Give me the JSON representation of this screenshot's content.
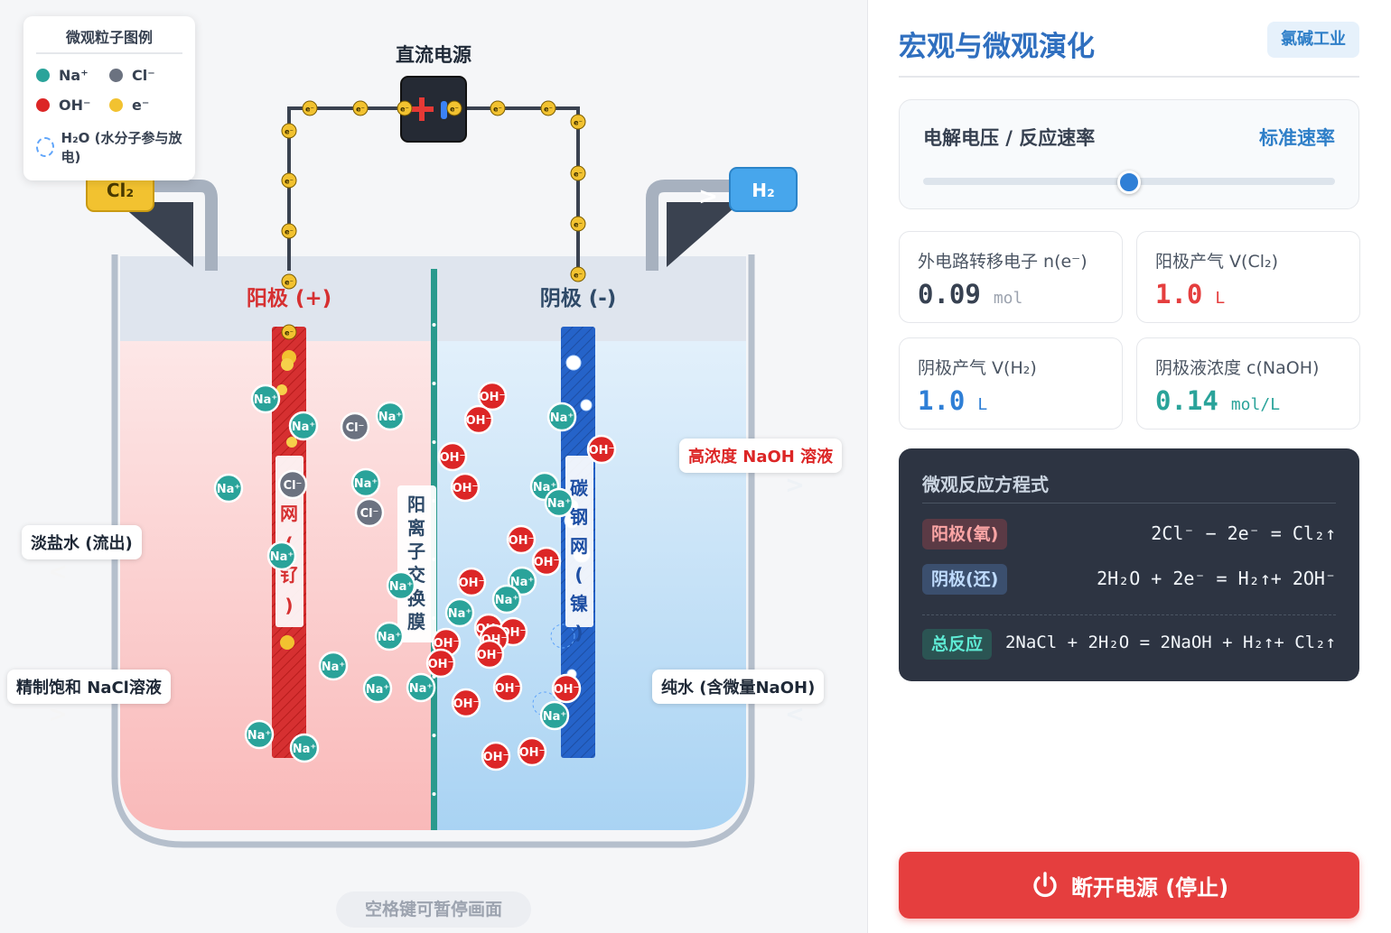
{
  "stage": {
    "power_title": "直流电源",
    "anode_label": "阳极 (+)",
    "cathode_label": "阴极 (-)",
    "membrane_text": "阳离子交换膜",
    "anode_mesh_text": "网(钌)",
    "cathode_mesh_text": "碳钢网(镍)",
    "cl2_tag": "Cl₂",
    "h2_tag": "H₂",
    "label_naoh": "高浓度 NaOH 溶液",
    "label_dilute": "淡盐水 (流出)",
    "label_nacl": "精制饱和 NaCl溶液",
    "label_water": "纯水 (含微量NaOH)",
    "hint": "空格键可暂停画面",
    "electron_text": "e⁻",
    "arrow_glyph": ">",
    "colors": {
      "na": "#2aa39a",
      "cl": "#6b7280",
      "oh": "#dc2626",
      "e": "#f2c230",
      "anode": "#d63031",
      "cathode": "#2563c9"
    }
  },
  "legend": {
    "title": "微观粒子图例",
    "na": "Na⁺",
    "cl": "Cl⁻",
    "oh": "OH⁻",
    "e": "e⁻",
    "h2o": "H₂O (水分子参与放电)"
  },
  "particles": {
    "na": [
      [
        294,
        442
      ],
      [
        336,
        472
      ],
      [
        432,
        461
      ],
      [
        253,
        541
      ],
      [
        405,
        535
      ],
      [
        312,
        616
      ],
      [
        444,
        649
      ],
      [
        431,
        705
      ],
      [
        369,
        738
      ],
      [
        418,
        763
      ],
      [
        466,
        762
      ],
      [
        287,
        814
      ],
      [
        337,
        829
      ],
      [
        603,
        539
      ],
      [
        619,
        557
      ],
      [
        578,
        644
      ],
      [
        561,
        664
      ],
      [
        509,
        679
      ],
      [
        614,
        793
      ],
      [
        622,
        462
      ]
    ],
    "cl": [
      [
        393,
        473
      ],
      [
        324,
        537
      ],
      [
        409,
        568
      ]
    ],
    "oh": [
      [
        545,
        439
      ],
      [
        530,
        465
      ],
      [
        666,
        498
      ],
      [
        501,
        506
      ],
      [
        515,
        540
      ],
      [
        577,
        598
      ],
      [
        605,
        622
      ],
      [
        522,
        645
      ],
      [
        541,
        696
      ],
      [
        568,
        700
      ],
      [
        494,
        712
      ],
      [
        547,
        708
      ],
      [
        542,
        725
      ],
      [
        488,
        735
      ],
      [
        562,
        762
      ],
      [
        627,
        763
      ],
      [
        516,
        779
      ],
      [
        549,
        838
      ],
      [
        589,
        833
      ]
    ],
    "ion_text": {
      "na": "Na⁺",
      "cl": "Cl⁻",
      "oh": "OH⁻"
    }
  },
  "panel": {
    "title": "宏观与微观演化",
    "badge": "氯碱工业",
    "rate_label": "电解电压 / 反应速率",
    "rate_value": "标准速率",
    "rate_fraction": 0.5,
    "stats": [
      {
        "label": "外电路转移电子 n(e⁻)",
        "value": "0.09",
        "unit": "mol",
        "color": "#374151",
        "unit_color": "#9ca3af"
      },
      {
        "label": "阳极产气 V(Cl₂)",
        "value": "1.0",
        "unit": "L",
        "color": "#e53e3e",
        "unit_color": "#e53e3e"
      },
      {
        "label": "阴极产气 V(H₂)",
        "value": "1.0",
        "unit": "L",
        "color": "#2f7fd6",
        "unit_color": "#2f7fd6"
      },
      {
        "label": "阴极液浓度 c(NaOH)",
        "value": "0.14",
        "unit": "mol/L",
        "color": "#2aa39a",
        "unit_color": "#2aa39a"
      }
    ],
    "equations": {
      "title": "微观反应方程式",
      "anode_tag": "阳极(氧)",
      "anode_eq": "2Cl⁻ − 2e⁻ = Cl₂↑",
      "cathode_tag": "阴极(还)",
      "cathode_eq": "2H₂O + 2e⁻ = H₂↑+ 2OH⁻",
      "total_tag": "总反应",
      "total_eq": "2NaCl + 2H₂O = 2NaOH + H₂↑+ Cl₂↑"
    },
    "stop_label": "断开电源 (停止)"
  }
}
